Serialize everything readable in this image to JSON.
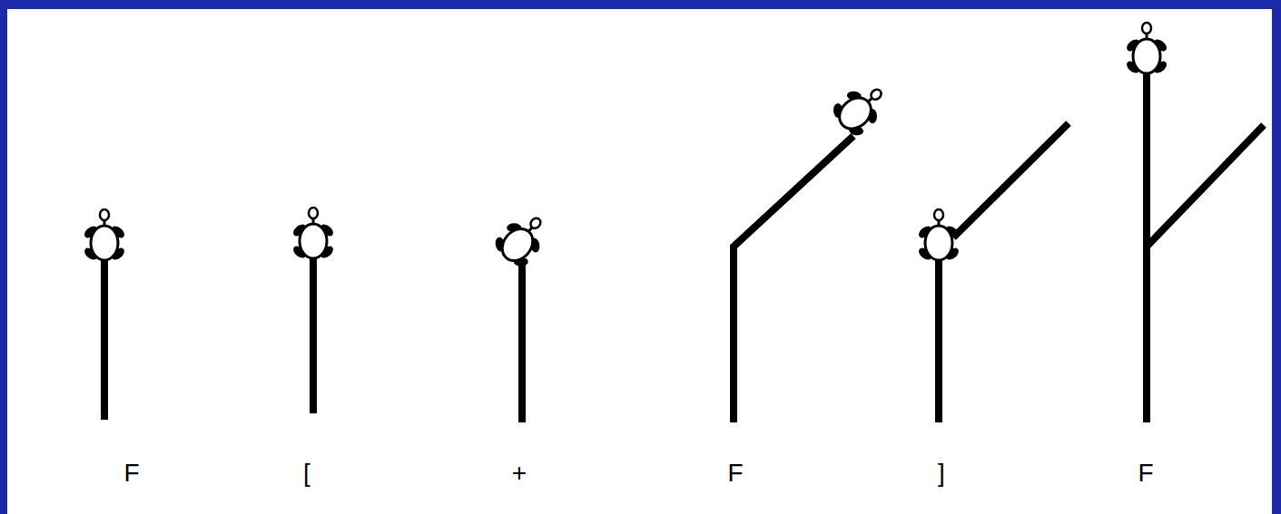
{
  "diagram": {
    "labels": [
      "F",
      "[",
      "+",
      "F",
      "]",
      "F"
    ]
  }
}
